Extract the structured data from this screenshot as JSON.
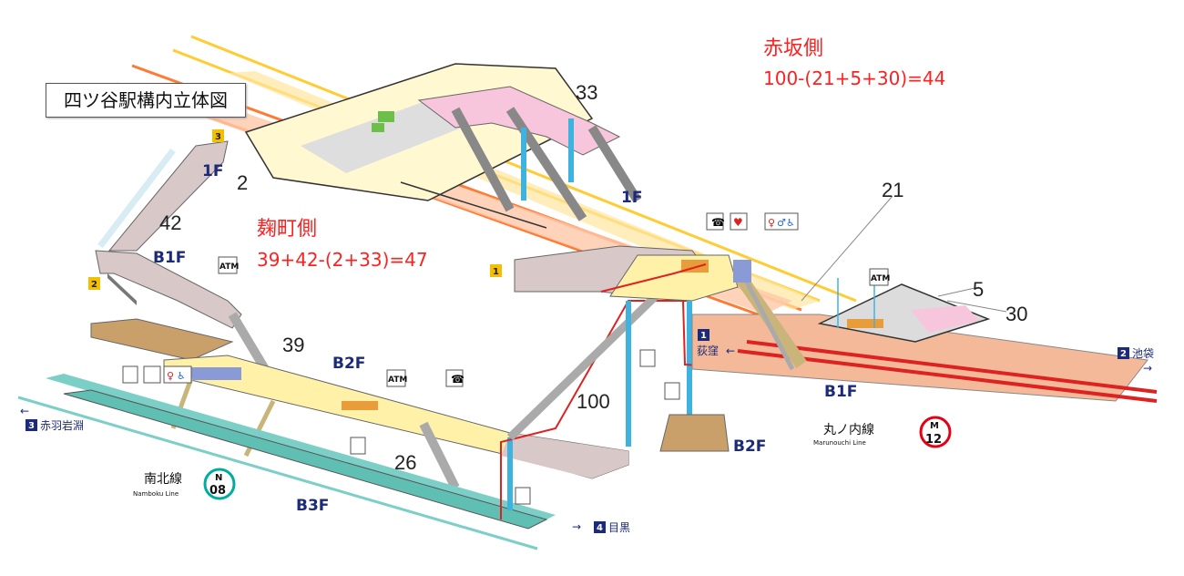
{
  "title": "四ツ谷駅構内立体図",
  "annotations": {
    "akasaka_side": {
      "label": "赤坂側",
      "formula": "100-(21+5+30)=44"
    },
    "kojimachi_side": {
      "label": "麹町側",
      "formula": "39+42-(2+33)=47"
    },
    "counts": [
      "33",
      "2",
      "42",
      "39",
      "26",
      "100",
      "21",
      "5",
      "30"
    ]
  },
  "floors": {
    "jr_1f": "1F",
    "left_1f": "1F",
    "left_b1f": "B1F",
    "namboku_b2f": "B2F",
    "namboku_b3f": "B3F",
    "marunouchi_b1f": "B1F",
    "marunouchi_b2f": "B2F"
  },
  "exits": {
    "e1": "1",
    "e2": "2",
    "e3": "3"
  },
  "directions": {
    "ogikubo": {
      "num": "1",
      "label": "荻窪",
      "arrow": "←"
    },
    "ikebukuro": {
      "num": "2",
      "label": "池袋",
      "arrow": "→"
    },
    "akabane": {
      "num": "3",
      "label": "赤羽岩淵",
      "arrow": "←"
    },
    "meguro": {
      "num": "4",
      "label": "目黒",
      "arrow": "→"
    }
  },
  "lines": {
    "namboku": {
      "name": "南北線",
      "en": "Namboku Line",
      "letter": "N",
      "code": "08",
      "color": "#00ac9b"
    },
    "marunouchi": {
      "name": "丸ノ内線",
      "en": "Marunouchi Line",
      "letter": "M",
      "code": "12",
      "color": "#e60012"
    }
  },
  "facility_labels": {
    "atm": "ATM"
  }
}
